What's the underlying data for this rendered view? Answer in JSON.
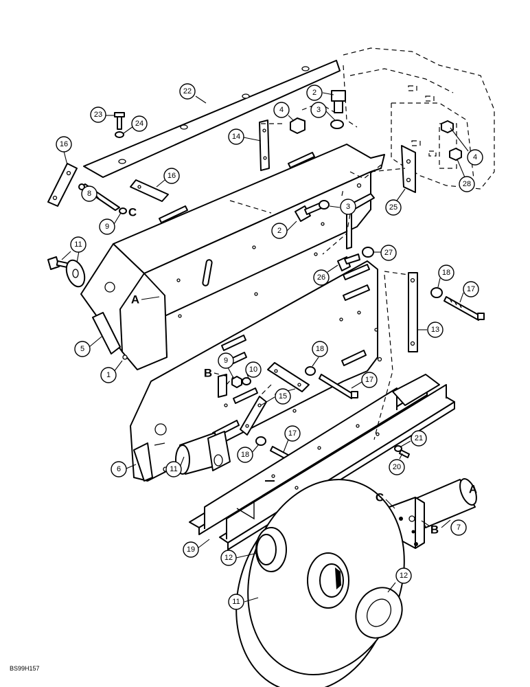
{
  "figure_ref": "BS99H157",
  "callouts": {
    "c1": "1",
    "c2a": "2",
    "c2b": "2",
    "c3a": "3",
    "c3b": "3",
    "c4a": "4",
    "c4b": "4",
    "c5": "5",
    "c6": "6",
    "c7": "7",
    "c8": "8",
    "c9a": "9",
    "c9b": "9",
    "c10": "10",
    "c11a": "11",
    "c11b": "11",
    "c11c": "11",
    "c12a": "12",
    "c12b": "12",
    "c13": "13",
    "c14": "14",
    "c15": "15",
    "c16a": "16",
    "c16b": "16",
    "c17a": "17",
    "c17b": "17",
    "c17c": "17",
    "c18a": "18",
    "c18b": "18",
    "c18c": "18",
    "c19": "19",
    "c20": "20",
    "c21": "21",
    "c22": "22",
    "c23": "23",
    "c24": "24",
    "c25": "25",
    "c26": "26",
    "c27": "27",
    "c28": "28"
  },
  "letters": {
    "a_frame": "A",
    "a_cylinder": "A",
    "b_plate": "B",
    "b_cylinder": "B",
    "c_bolt": "C",
    "c_cylinder": "C"
  }
}
